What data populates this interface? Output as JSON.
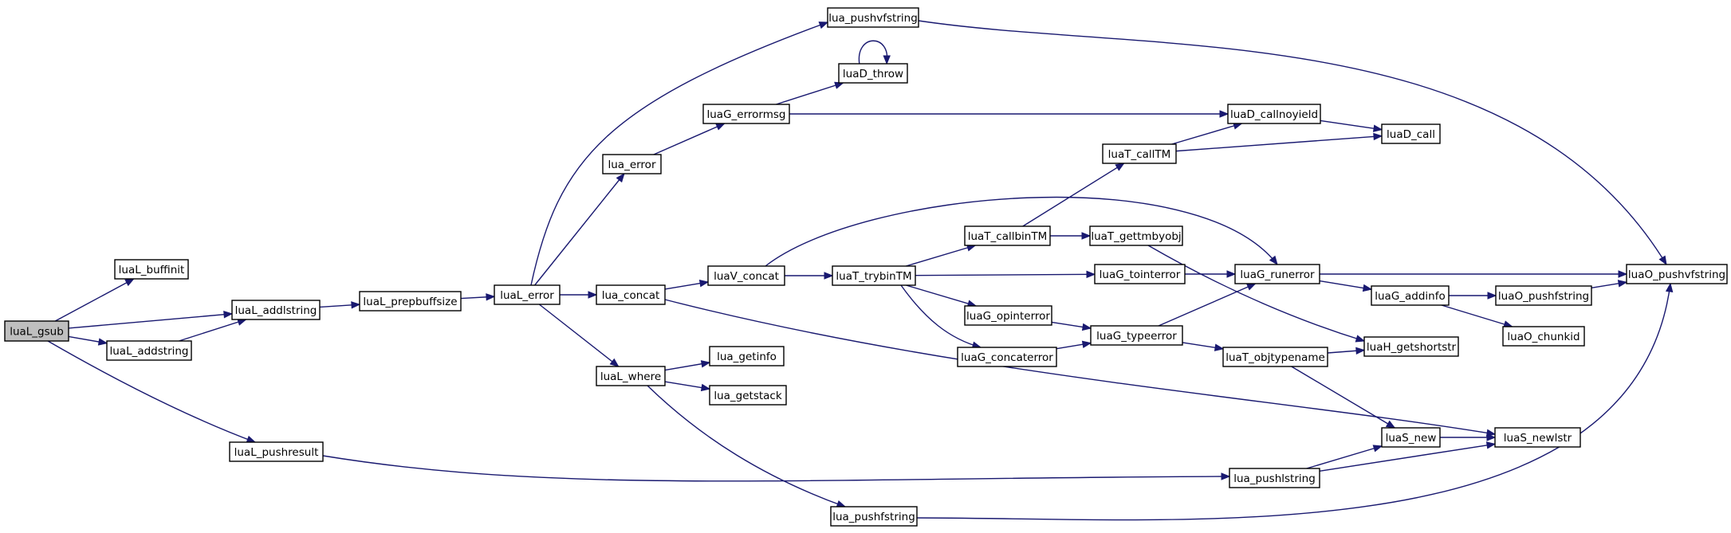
{
  "graph": {
    "edge_color": "#191970",
    "root_fill": "#bfbfbf",
    "nodes": {
      "luaL_gsub": "luaL_gsub",
      "luaL_buffinit": "luaL_buffinit",
      "luaL_addlstring": "luaL_addlstring",
      "luaL_addstring": "luaL_addstring",
      "luaL_pushresult": "luaL_pushresult",
      "luaL_prepbuffsize": "luaL_prepbuffsize",
      "luaL_error": "luaL_error",
      "lua_pushvfstring": "lua_pushvfstring",
      "luaD_throw": "luaD_throw",
      "luaG_errormsg": "luaG_errormsg",
      "lua_error": "lua_error",
      "lua_concat": "lua_concat",
      "luaL_where": "luaL_where",
      "lua_getinfo": "lua_getinfo",
      "lua_getstack": "lua_getstack",
      "lua_pushfstring": "lua_pushfstring",
      "luaV_concat": "luaV_concat",
      "luaT_trybinTM": "luaT_trybinTM",
      "luaT_callbinTM": "luaT_callbinTM",
      "luaT_gettmbyobj": "luaT_gettmbyobj",
      "luaT_callTM": "luaT_callTM",
      "luaD_callnoyield": "luaD_callnoyield",
      "luaD_call": "luaD_call",
      "luaG_tointerror": "luaG_tointerror",
      "luaG_opinterror": "luaG_opinterror",
      "luaG_concaterror": "luaG_concaterror",
      "luaG_typeerror": "luaG_typeerror",
      "luaG_runerror": "luaG_runerror",
      "luaG_addinfo": "luaG_addinfo",
      "luaO_pushfstring": "luaO_pushfstring",
      "luaO_chunkid": "luaO_chunkid",
      "luaO_pushvfstring": "luaO_pushvfstring",
      "luaT_objtypename": "luaT_objtypename",
      "luaH_getshortstr": "luaH_getshortstr",
      "luaS_new": "luaS_new",
      "luaS_newlstr": "luaS_newlstr",
      "lua_pushlstring": "lua_pushlstring"
    },
    "edges": [
      [
        "luaL_gsub",
        "luaL_buffinit"
      ],
      [
        "luaL_gsub",
        "luaL_addlstring"
      ],
      [
        "luaL_gsub",
        "luaL_addstring"
      ],
      [
        "luaL_gsub",
        "luaL_pushresult"
      ],
      [
        "luaL_addstring",
        "luaL_addlstring"
      ],
      [
        "luaL_addlstring",
        "luaL_prepbuffsize"
      ],
      [
        "luaL_prepbuffsize",
        "luaL_error"
      ],
      [
        "luaL_error",
        "lua_pushvfstring"
      ],
      [
        "luaL_error",
        "lua_error"
      ],
      [
        "luaL_error",
        "lua_concat"
      ],
      [
        "luaL_error",
        "luaL_where"
      ],
      [
        "lua_pushvfstring",
        "luaO_pushvfstring"
      ],
      [
        "lua_error",
        "luaG_errormsg"
      ],
      [
        "luaG_errormsg",
        "luaD_throw"
      ],
      [
        "luaG_errormsg",
        "luaD_callnoyield"
      ],
      [
        "luaD_throw",
        "luaD_throw"
      ],
      [
        "luaD_callnoyield",
        "luaD_call"
      ],
      [
        "luaT_callTM",
        "luaD_callnoyield"
      ],
      [
        "luaT_callTM",
        "luaD_call"
      ],
      [
        "lua_concat",
        "luaV_concat"
      ],
      [
        "lua_concat",
        "luaS_newlstr"
      ],
      [
        "luaV_concat",
        "luaT_trybinTM"
      ],
      [
        "luaV_concat",
        "luaG_runerror"
      ],
      [
        "luaT_trybinTM",
        "luaT_callbinTM"
      ],
      [
        "luaT_trybinTM",
        "luaG_tointerror"
      ],
      [
        "luaT_trybinTM",
        "luaG_opinterror"
      ],
      [
        "luaT_trybinTM",
        "luaG_concaterror"
      ],
      [
        "luaT_callbinTM",
        "luaT_callTM"
      ],
      [
        "luaT_callbinTM",
        "luaT_gettmbyobj"
      ],
      [
        "luaT_gettmbyobj",
        "luaH_getshortstr"
      ],
      [
        "luaG_tointerror",
        "luaG_runerror"
      ],
      [
        "luaG_opinterror",
        "luaG_typeerror"
      ],
      [
        "luaG_concaterror",
        "luaG_typeerror"
      ],
      [
        "luaG_typeerror",
        "luaG_runerror"
      ],
      [
        "luaG_typeerror",
        "luaT_objtypename"
      ],
      [
        "luaT_objtypename",
        "luaH_getshortstr"
      ],
      [
        "luaT_objtypename",
        "luaS_new"
      ],
      [
        "luaG_runerror",
        "luaO_pushvfstring"
      ],
      [
        "luaG_runerror",
        "luaG_addinfo"
      ],
      [
        "luaG_addinfo",
        "luaO_pushfstring"
      ],
      [
        "luaG_addinfo",
        "luaO_chunkid"
      ],
      [
        "luaO_pushfstring",
        "luaO_pushvfstring"
      ],
      [
        "luaL_where",
        "lua_getinfo"
      ],
      [
        "luaL_where",
        "lua_getstack"
      ],
      [
        "luaL_where",
        "lua_pushfstring"
      ],
      [
        "lua_pushfstring",
        "luaO_pushvfstring"
      ],
      [
        "luaL_pushresult",
        "lua_pushlstring"
      ],
      [
        "lua_pushlstring",
        "luaS_new"
      ],
      [
        "lua_pushlstring",
        "luaS_newlstr"
      ],
      [
        "luaS_new",
        "luaS_newlstr"
      ]
    ]
  }
}
